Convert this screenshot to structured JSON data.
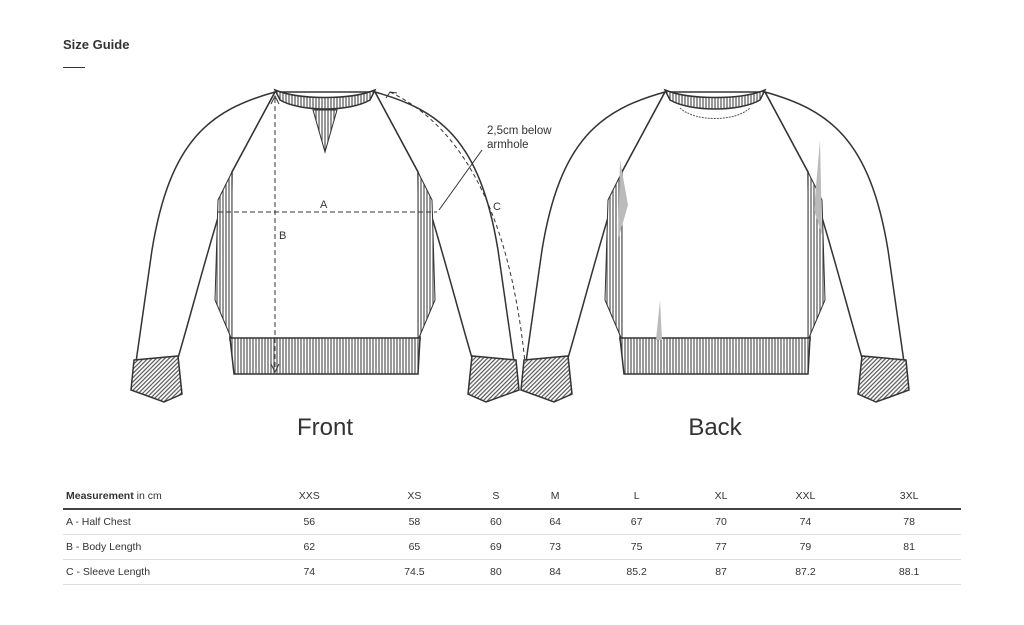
{
  "header": {
    "title": "Size Guide"
  },
  "views": {
    "front": "Front",
    "back": "Back"
  },
  "annotations": {
    "note_line1": "2,5cm below",
    "note_line2": "armhole",
    "a": "A",
    "b": "B",
    "c": "C"
  },
  "table": {
    "header_bold": "Measurement",
    "header_unit": " in cm",
    "sizes": [
      "XXS",
      "XS",
      "S",
      "M",
      "L",
      "XL",
      "XXL",
      "3XL"
    ],
    "rows": [
      {
        "label": "A - Half Chest",
        "values": [
          "56",
          "58",
          "60",
          "64",
          "67",
          "70",
          "74",
          "78"
        ]
      },
      {
        "label": "B - Body Length",
        "values": [
          "62",
          "65",
          "69",
          "73",
          "75",
          "77",
          "79",
          "81"
        ]
      },
      {
        "label": "C - Sleeve Length",
        "values": [
          "74",
          "74.5",
          "80",
          "84",
          "85.2",
          "87",
          "87.2",
          "88.1"
        ]
      }
    ]
  }
}
